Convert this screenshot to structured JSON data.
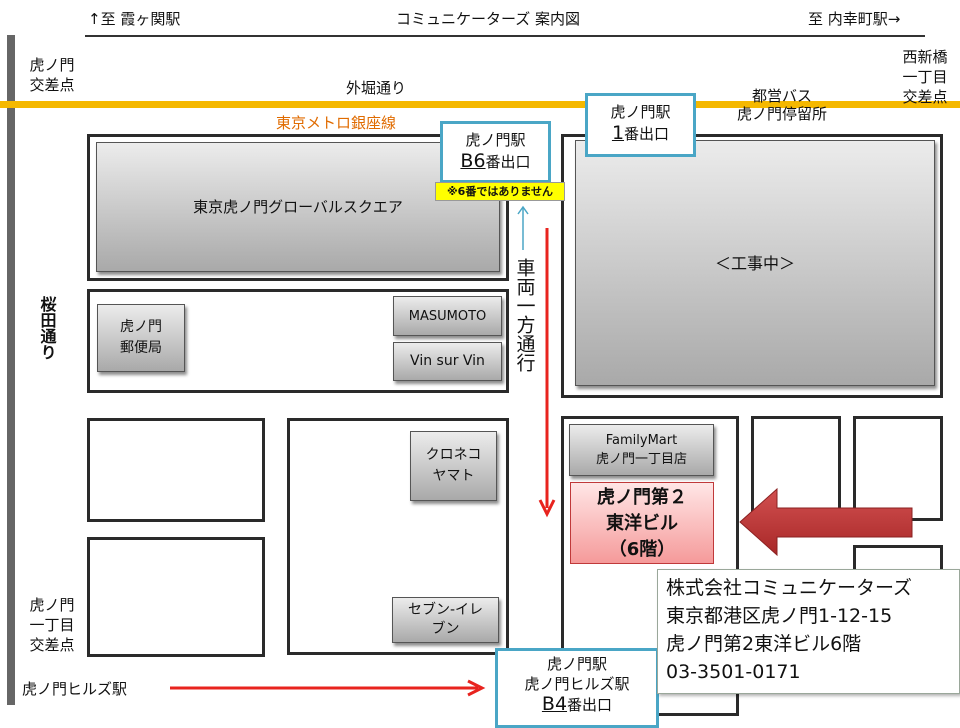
{
  "header": {
    "left_direction": "↑至 霞ヶ関駅",
    "title": "コミュニケーターズ 案内図",
    "right_direction": "至 内幸町駅→"
  },
  "streets": {
    "sotobori": "外堀通り",
    "sakurada": "桜田通り",
    "one_way": "車両一方通行",
    "metro_line": "東京メトロ銀座線"
  },
  "intersections": {
    "toranomon": "虎ノ門\n交差点",
    "nishishinbashi": "西新橋\n一丁目\n交差点",
    "toranomon_1chome": "虎ノ門\n一丁目\n交差点"
  },
  "bus_stop": "都営バス\n虎ノ門停留所",
  "exits": {
    "b6": {
      "station": "虎ノ門駅",
      "number": "B6",
      "suffix": "番出口",
      "note": "※6番ではありません"
    },
    "exit1": {
      "station": "虎ノ門駅",
      "number": "1",
      "suffix": "番出口"
    },
    "b4": {
      "station": "虎ノ門駅",
      "station2": "虎ノ門ヒルズ駅",
      "number": "B4",
      "suffix": "番出口"
    }
  },
  "hills_station": "虎ノ門ヒルズ駅",
  "buildings": {
    "global_square": "東京虎ノ門グローバルスクエア",
    "construction": "＜工事中＞",
    "post_office": "虎ノ門\n郵便局",
    "masumoto": "MASUMOTO",
    "vin_sur_vin": "Vin sur Vin",
    "kuroneko": "クロネコ\nヤマト",
    "seven_eleven": "セブン-イレ\nブン",
    "familymart": "FamilyMart\n虎ノ門一丁目店",
    "destination": "虎ノ門第２\n東洋ビル\n（6階）"
  },
  "company": {
    "name": "株式会社コミュニケーターズ",
    "address": "東京都港区虎ノ門1-12-15",
    "building": "虎ノ門第2東洋ビル6階",
    "phone": "03-3501-0171"
  },
  "colors": {
    "road_yellow": "#f5b800",
    "metro_orange": "#e06b00",
    "arrow_red": "#e8231e",
    "exit_border": "#4aa6c6",
    "destination_arrow": "#c0393a"
  }
}
